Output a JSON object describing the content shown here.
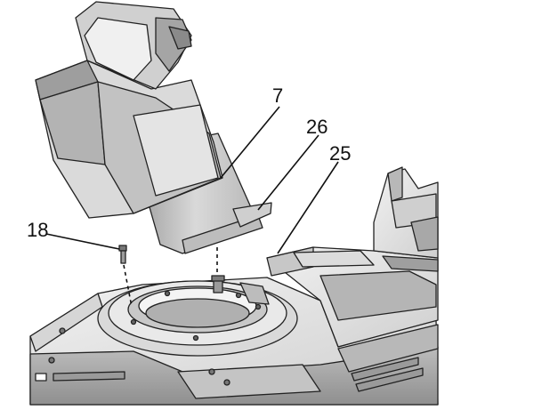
{
  "callouts": [
    {
      "id": "7",
      "label": "7"
    },
    {
      "id": "26",
      "label": "26"
    },
    {
      "id": "25",
      "label": "25"
    },
    {
      "id": "18",
      "label": "18"
    }
  ],
  "colors": {
    "part_light": "#e6e6e6",
    "part_mid": "#cfcfcf",
    "part_dark": "#a9a9a9",
    "outline": "#222222",
    "background": "#ffffff"
  }
}
